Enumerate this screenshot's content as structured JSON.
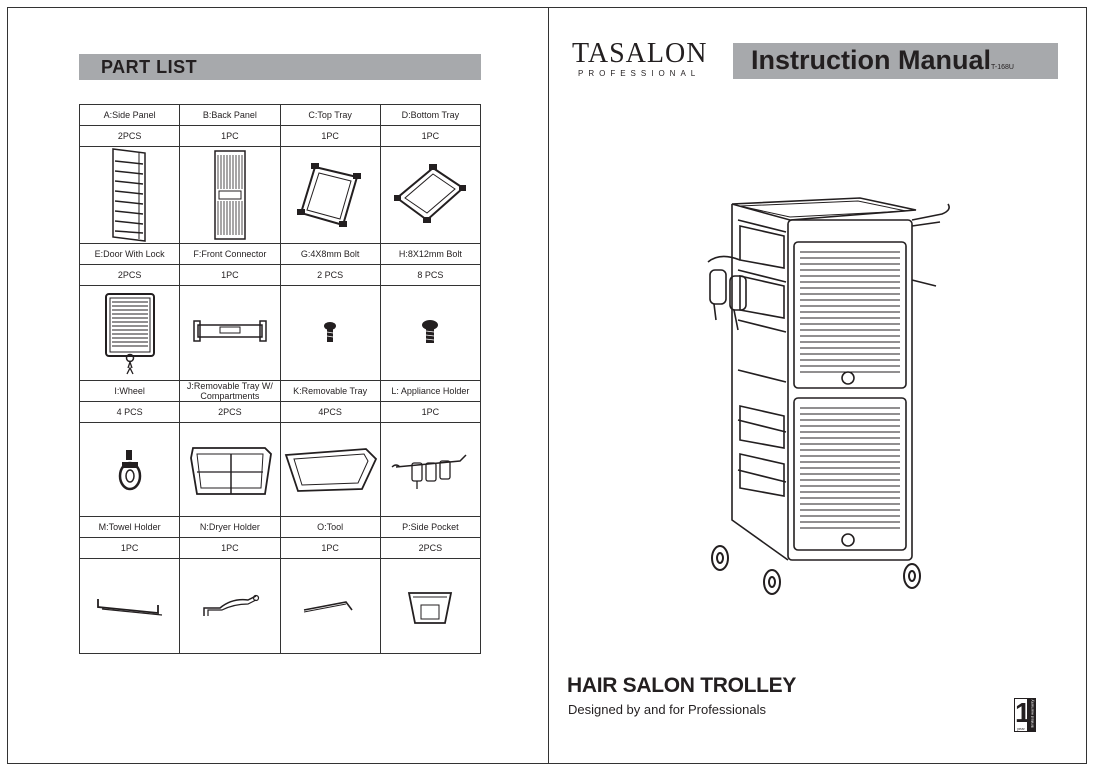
{
  "part_list": {
    "title": "PART LIST",
    "rows": [
      {
        "names": [
          "A:Side Panel",
          "B:Back Panel",
          "C:Top Tray",
          "D:Bottom Tray"
        ],
        "qty": [
          "2PCS",
          "1PC",
          "1PC",
          "1PC"
        ]
      },
      {
        "names": [
          "E:Door With Lock",
          "F:Front Connector",
          "G:4X8mm Bolt",
          "H:8X12mm Bolt"
        ],
        "qty": [
          "2PCS",
          "1PC",
          "2 PCS",
          "8 PCS"
        ]
      },
      {
        "names": [
          "I:Wheel",
          "J:Removable Tray W/ Compartments",
          "K:Removable Tray",
          "L: Appliance Holder"
        ],
        "qty": [
          "4 PCS",
          "2PCS",
          "4PCS",
          "1PC"
        ]
      },
      {
        "names": [
          "M:Towel Holder",
          "N:Dryer Holder",
          "O:Tool",
          "P:Side Pocket"
        ],
        "qty": [
          "1PC",
          "1PC",
          "1PC",
          "2PCS"
        ]
      }
    ]
  },
  "brand": {
    "name": "TASALON",
    "sub": "PROFESSIONAL"
  },
  "manual": {
    "title": "Instruction Manual",
    "model": "T-168U"
  },
  "product": {
    "name": "HAIR SALON TROLLEY",
    "tagline": "Designed by and for Professionals"
  },
  "warranty": {
    "number": "1",
    "band_text": "limited warranty",
    "unit": "year"
  }
}
